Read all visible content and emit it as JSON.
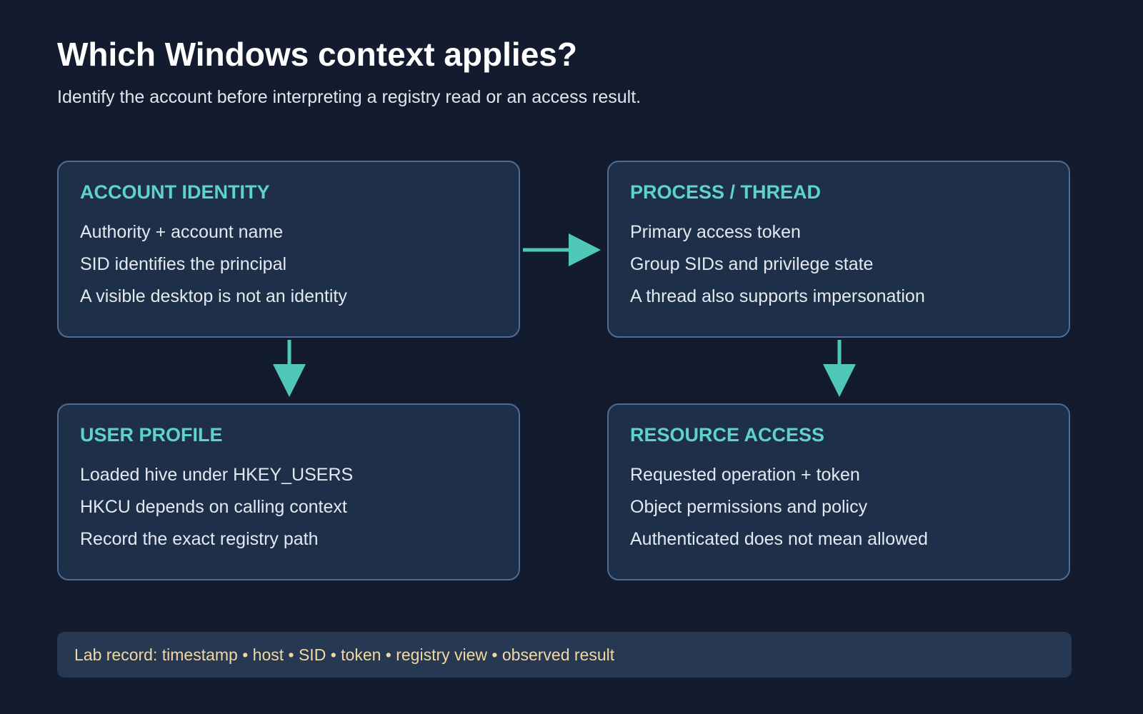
{
  "header": {
    "title": "Which Windows context applies?",
    "subtitle": "Identify the account before interpreting a registry read or an access result."
  },
  "cards": [
    {
      "title": "ACCOUNT IDENTITY",
      "lines": [
        "Authority + account name",
        "SID identifies the principal",
        "A visible desktop is not an identity"
      ]
    },
    {
      "title": "PROCESS / THREAD",
      "lines": [
        "Primary access token",
        "Group SIDs and privilege state",
        "A thread also supports impersonation"
      ]
    },
    {
      "title": "USER PROFILE",
      "lines": [
        "Loaded hive under HKEY_USERS",
        "HKCU depends on calling context",
        "Record the exact registry path"
      ]
    },
    {
      "title": "RESOURCE ACCESS",
      "lines": [
        "Requested operation + token",
        "Object permissions and policy",
        "Authenticated does not mean allowed"
      ]
    }
  ],
  "connections": [
    {
      "from": "ACCOUNT IDENTITY",
      "to": "PROCESS / THREAD"
    },
    {
      "from": "ACCOUNT IDENTITY",
      "to": "USER PROFILE"
    },
    {
      "from": "PROCESS / THREAD",
      "to": "RESOURCE ACCESS"
    }
  ],
  "footer": {
    "text": "Lab record: timestamp • host • SID • token • registry view • observed result"
  },
  "colors": {
    "background": "#131c2e",
    "card_fill": "#1e2f4a",
    "card_border": "#4f6c92",
    "accent": "#4fc8b8",
    "card_title": "#5fd3c6",
    "footer_fill": "#263852",
    "footer_text": "#f3d7a0"
  }
}
